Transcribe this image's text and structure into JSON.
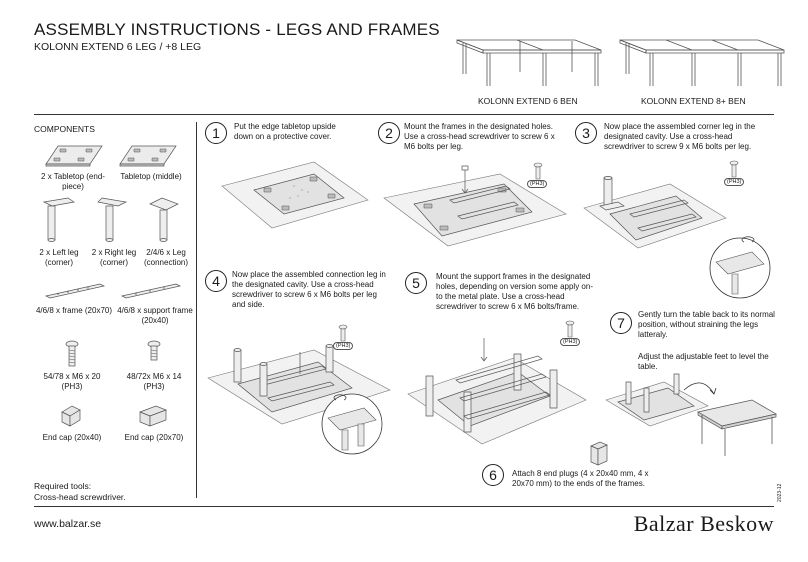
{
  "header": {
    "title": "ASSEMBLY INSTRUCTIONS - LEGS AND FRAMES",
    "subtitle": "KOLONN EXTEND 6 LEG / +8 LEG",
    "variant_6": "KOLONN EXTEND 6 BEN",
    "variant_8": "KOLONN EXTEND 8+ BEN"
  },
  "components": {
    "title": "COMPONENTS",
    "items": [
      {
        "label": "2 x Tabletop (end-piece)"
      },
      {
        "label": "Tabletop (middle)"
      },
      {
        "label": "2 x Left leg (corner)"
      },
      {
        "label": "2 x Right leg (corner)"
      },
      {
        "label": "2/4/6 x Leg (connection)"
      },
      {
        "label": "4/6/8 x frame (20x70)"
      },
      {
        "label": "4/6/8 x support frame (20x40)"
      },
      {
        "label": "54/78 x M6 x 20 (PH3)"
      },
      {
        "label": "48/72x M6 x 14 (PH3)"
      },
      {
        "label": "End cap (20x40)"
      },
      {
        "label": "End cap (20x70)"
      }
    ],
    "required_tools": "Required tools:",
    "tool": "Cross-head screwdriver."
  },
  "steps": [
    {
      "num": "1",
      "text": "Put the edge tabletop upside down on a protective cover."
    },
    {
      "num": "2",
      "text": "Mount the frames in the designated holes. Use a cross-head screwdriver to screw 6 x M6 bolts per leg."
    },
    {
      "num": "3",
      "text": "Now place the assembled corner leg in the designated cavity. Use a cross-head screwdriver to screw 9 x M6 bolts per leg."
    },
    {
      "num": "4",
      "text": "Now place the assembled connection leg in the designated cavity. Use a cross-head screwdriver to screw 6 x M6 bolts per leg and side."
    },
    {
      "num": "5",
      "text": "Mount the support frames in the designated holes, depending on version some apply on-to the metal plate. Use a cross-head screwdriver to screw 6 x M6 bolts/frame."
    },
    {
      "num": "6",
      "text": "Attach 8 end plugs (4 x 20x40 mm, 4 x 20x70 mm) to the ends of the frames."
    },
    {
      "num": "7",
      "text": "Gently turn the table back to its normal position, without straining the legs latteraly.",
      "text2": "Adjust the adjustable feet to level the table."
    }
  ],
  "screw_labels": {
    "ph3": "(PH3)"
  },
  "footer": {
    "url": "www.balzar.se",
    "brand": "Balzar Beskow",
    "date": "2023-12"
  }
}
